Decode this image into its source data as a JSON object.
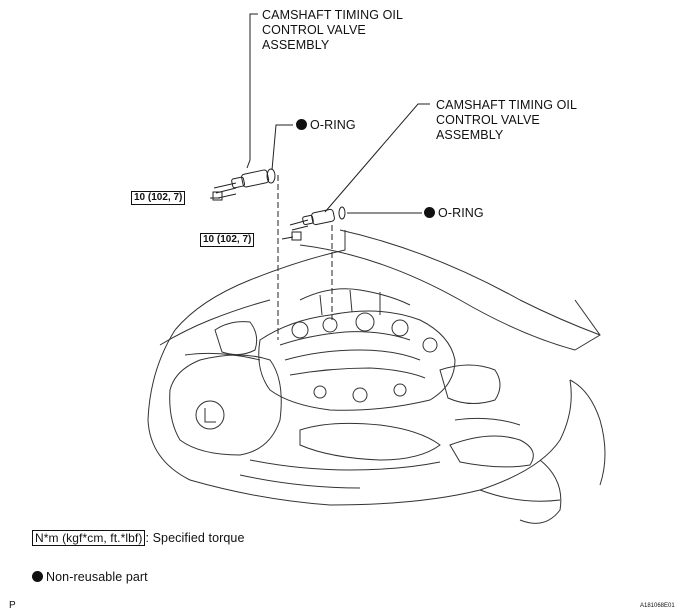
{
  "callouts": {
    "valve_upper": [
      "CAMSHAFT TIMING OIL",
      "CONTROL VALVE",
      "ASSEMBLY"
    ],
    "valve_lower": [
      "CAMSHAFT TIMING OIL",
      "CONTROL VALVE",
      "ASSEMBLY"
    ],
    "oring_upper": "O-RING",
    "oring_lower": "O-RING",
    "torque_upper": "10 (102, 7)",
    "torque_lower": "10 (102, 7)"
  },
  "legend": {
    "torque_unit": "N*m (kgf*cm, ft.*lbf)",
    "torque_text": ": Specified torque",
    "nonreusable_text": "Non-reusable part"
  },
  "corner": {
    "left": "P",
    "right": "A181068E01"
  }
}
